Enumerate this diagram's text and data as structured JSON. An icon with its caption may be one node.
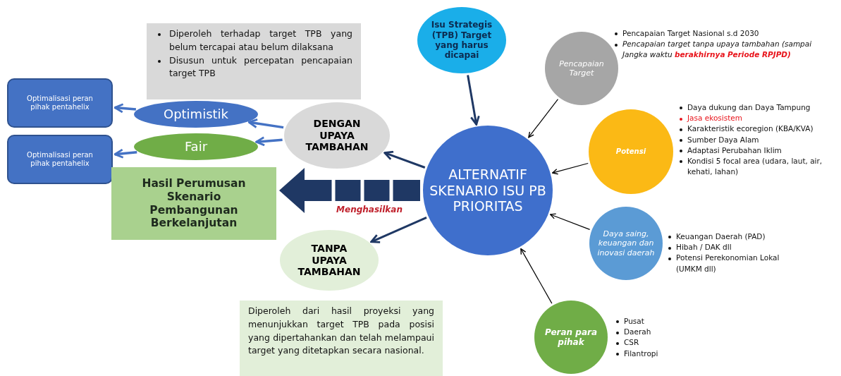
{
  "diagram": {
    "nodes": [
      {
        "text": [
          "ALTERNATIF SKENARIO ISU PB PRIORITAS"
        ]
      },
      {
        "text": [
          "Isu Strategis (TPB) Target yang harus dicapai"
        ]
      },
      {
        "text": [
          "Pencapaian Target"
        ],
        "beside": [
          "Pencapaian Target Nasional s.d 2030",
          "*Pencapaian target tanpa upaya tambahan (sampai Jangka waktu* **berakhirnya Periode RPJPD)**"
        ]
      },
      {
        "text": [
          "Potensi"
        ],
        "beside": [
          "Daya dukung dan Daya Tampung",
          "Jasa ekosistem",
          "Karakteristik ecoregion (KBA/KVA)",
          "Sumber Daya Alam",
          "Adaptasi Perubahan Iklim",
          "Kondisi 5 focal area (udara, laut, air, kehati, lahan)"
        ]
      },
      {
        "text": [
          "Daya saing, keuangan dan inovasi daerah"
        ],
        "beside": [
          "Keuangan Daerah (PAD)",
          "Hibah / DAK dll",
          "Potensi Perekonomian Lokal (UMKM dll)"
        ]
      },
      {
        "text": [
          "Peran para pihak"
        ],
        "beside": [
          "Pusat",
          "Daerah",
          "CSR",
          "Filantropi"
        ]
      },
      {
        "text": [
          "DENGAN UPAYA TAMBAHAN"
        ]
      },
      {
        "text": [
          "TANPA UPAYA TAMBAHAN"
        ]
      },
      {
        "text": [
          "Optimistik"
        ]
      },
      {
        "text": [
          "Fair"
        ]
      },
      {
        "text": [
          "Optimalisasi peran pihak pentahelix"
        ]
      },
      {
        "text": [
          "Optimalisasi peran pihak pentahelix"
        ]
      },
      {
        "text": [
          "Hasil Perumusan Skenario Pembangunan Berkelanjutan"
        ]
      },
      {
        "text": [
          "Diperoleh terhadap target TPB yang belum tercapai atau belum dilaksana",
          "Disusun untuk percepatan pencapaian target TPB"
        ]
      },
      {
        "text": [
          "Diperoleh dari hasil proyeksi yang menunjukkan target TPB pada posisi yang dipertahankan dan telah melampaui target yang ditetapkan secara nasional."
        ]
      }
    ],
    "edges": [
      {
        "from": 1,
        "to": 0,
        "arrow": "to"
      },
      {
        "from": 2,
        "to": 0,
        "arrow": "to",
        "color": "#000000"
      },
      {
        "from": 3,
        "to": 0,
        "arrow": "to",
        "color": "#000000"
      },
      {
        "from": 4,
        "to": 0,
        "arrow": "to",
        "color": "#000000"
      },
      {
        "from": 5,
        "to": 0,
        "arrow": "to",
        "color": "#000000"
      },
      {
        "from": 0,
        "to": 6,
        "arrow": "to"
      },
      {
        "from": 0,
        "to": 7,
        "arrow": "to"
      },
      {
        "from": 6,
        "to": 8,
        "arrow": "to",
        "color": "#4472c4"
      },
      {
        "from": 6,
        "to": 9,
        "arrow": "to",
        "color": "#4472c4"
      },
      {
        "from": 8,
        "to": 10,
        "arrow": "to",
        "color": "#4472c4"
      },
      {
        "from": 9,
        "to": 11,
        "arrow": "to",
        "color": "#4472c4"
      },
      {
        "from": 0,
        "to": 12,
        "arrow": "to",
        "label": "Menghasilkan",
        "style": "thick"
      }
    ]
  }
}
